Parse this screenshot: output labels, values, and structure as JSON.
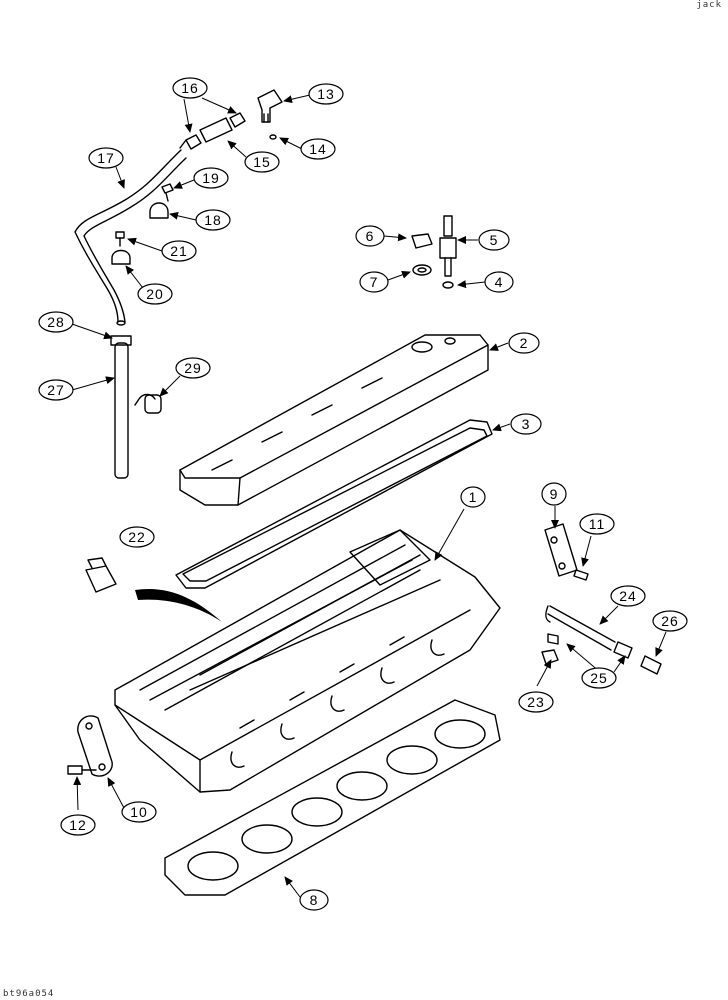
{
  "corner_tags": {
    "top_right": "jack",
    "bottom_left": "bt96a054"
  },
  "callouts": [
    {
      "id": "c1",
      "number": "1"
    },
    {
      "id": "c2",
      "number": "2"
    },
    {
      "id": "c3",
      "number": "3"
    },
    {
      "id": "c4",
      "number": "4"
    },
    {
      "id": "c5",
      "number": "5"
    },
    {
      "id": "c6",
      "number": "6"
    },
    {
      "id": "c7",
      "number": "7"
    },
    {
      "id": "c8",
      "number": "8"
    },
    {
      "id": "c9",
      "number": "9"
    },
    {
      "id": "c10",
      "number": "10"
    },
    {
      "id": "c11",
      "number": "11"
    },
    {
      "id": "c12",
      "number": "12"
    },
    {
      "id": "c13",
      "number": "13"
    },
    {
      "id": "c14",
      "number": "14"
    },
    {
      "id": "c15",
      "number": "15"
    },
    {
      "id": "c16",
      "number": "16"
    },
    {
      "id": "c17",
      "number": "17"
    },
    {
      "id": "c18",
      "number": "18"
    },
    {
      "id": "c19",
      "number": "19"
    },
    {
      "id": "c20",
      "number": "20"
    },
    {
      "id": "c21",
      "number": "21"
    },
    {
      "id": "c22",
      "number": "22"
    },
    {
      "id": "c23",
      "number": "23"
    },
    {
      "id": "c24",
      "number": "24"
    },
    {
      "id": "c25",
      "number": "25"
    },
    {
      "id": "c26",
      "number": "26"
    },
    {
      "id": "c27",
      "number": "27"
    },
    {
      "id": "c28",
      "number": "28"
    },
    {
      "id": "c29",
      "number": "29"
    }
  ]
}
